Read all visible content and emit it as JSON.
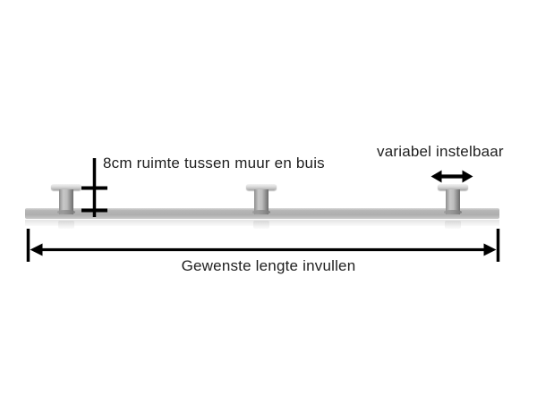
{
  "diagram": {
    "annotations": {
      "spacing_label": "8cm ruimte tussen muur en buis",
      "adjustable_label": "variabel instelbaar",
      "length_label": "Gewenste lengte invullen"
    },
    "bracket_count": 3,
    "icons": {
      "adjustable_arrow": "horizontal-double-arrow-icon",
      "length_dimension": "double-ended-dimension-arrow",
      "wall_distance": "vertical-dimension-with-ticks"
    },
    "colors": {
      "background": "#ffffff",
      "annotation_text": "#1e1e1e",
      "dimension_lines": "#000000",
      "tube_gray": "#b2b2b2",
      "bracket_gray": "#9a9a9a"
    }
  }
}
